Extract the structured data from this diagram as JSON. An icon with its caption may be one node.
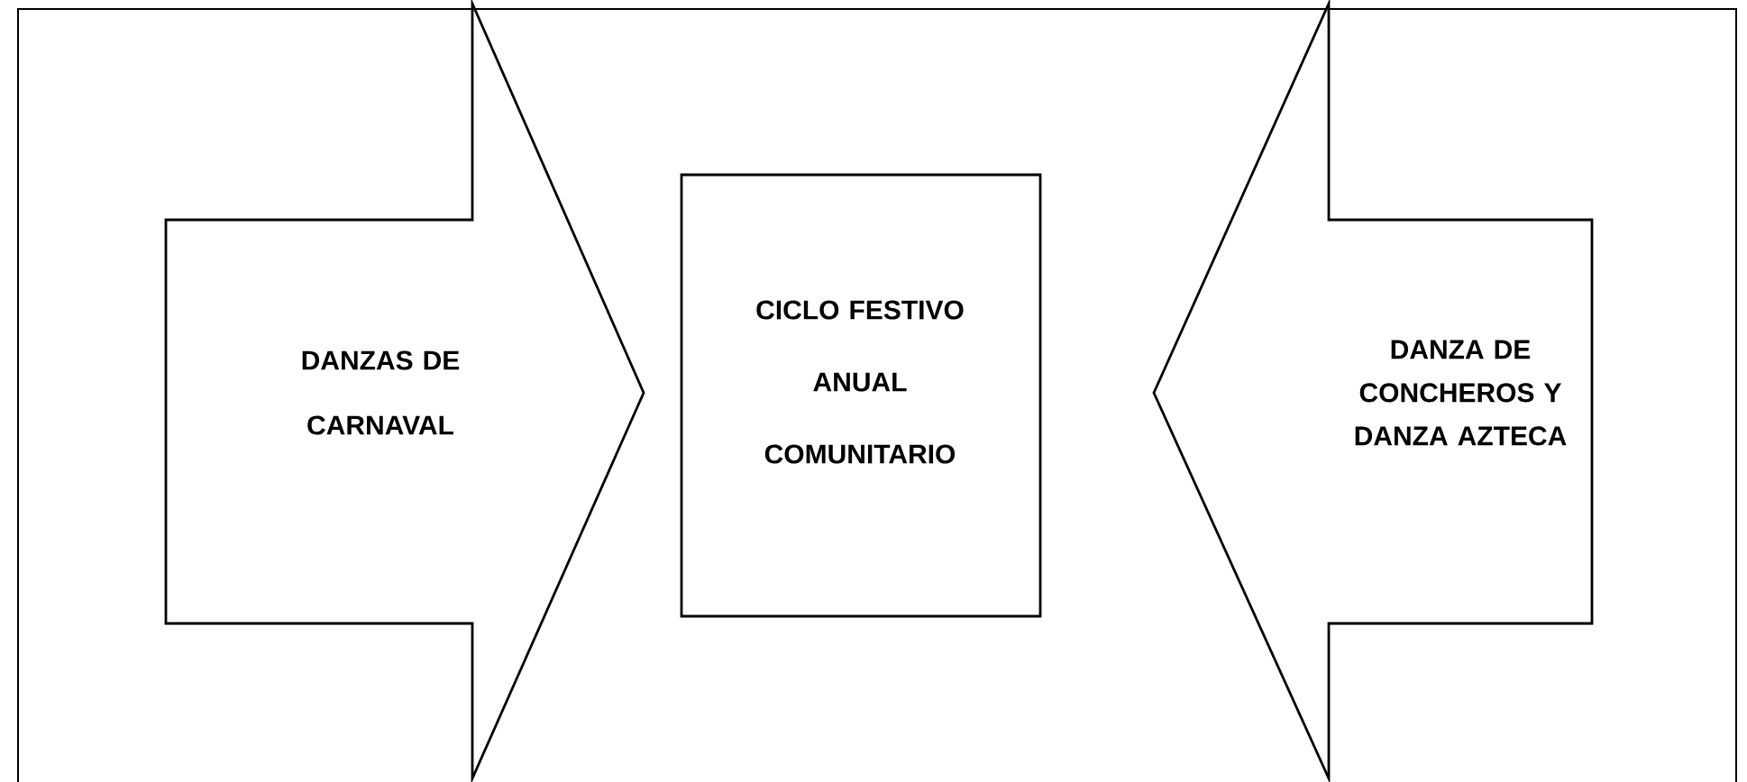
{
  "diagram": {
    "nodes": [
      {
        "text": [
          "DANZAS DE CARNAVAL"
        ]
      },
      {
        "text": [
          "CICLO FESTIVO ANUAL COMUNITARIO"
        ]
      },
      {
        "text": [
          "DANZA DE CONCHEROS Y DANZA AZTECA"
        ]
      }
    ]
  }
}
